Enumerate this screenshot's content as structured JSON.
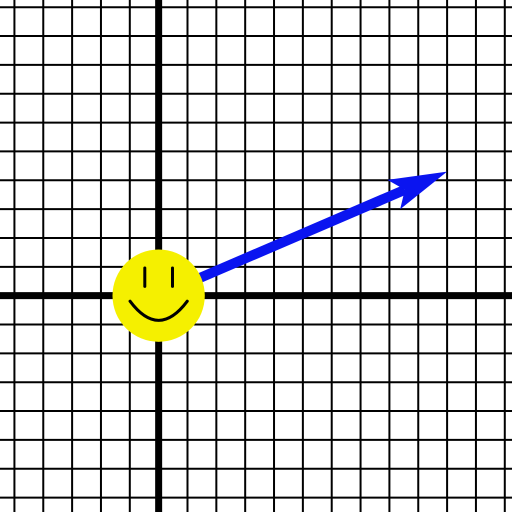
{
  "grid": {
    "x_range": [
      -5.5,
      12.25
    ],
    "y_range": [
      -7.5,
      10.25
    ],
    "minor_step": 1,
    "line_color": "#000000",
    "background": "#ffffff",
    "axes_visible": true
  },
  "character": {
    "icon": "smiley-face-icon",
    "position": [
      0,
      0
    ],
    "radius": 1.6,
    "face_color": "#f5f000",
    "feature_color": "#000000"
  },
  "vector": {
    "start": [
      0,
      0
    ],
    "end": [
      10,
      4.3
    ],
    "color": "#0a14f0"
  }
}
